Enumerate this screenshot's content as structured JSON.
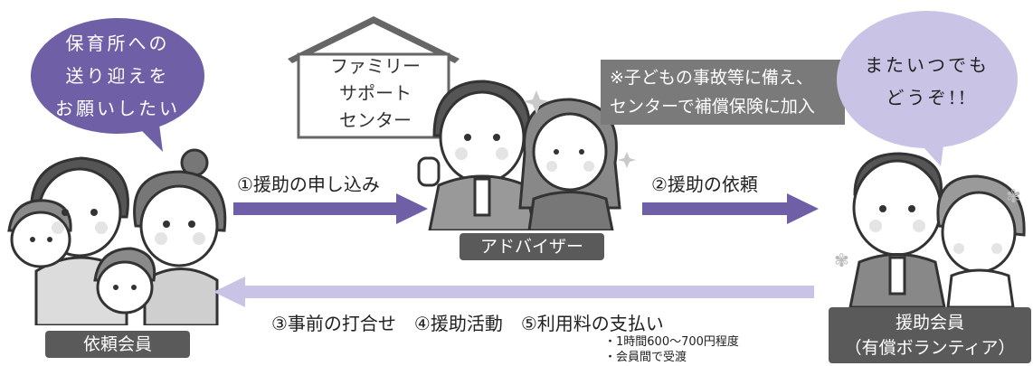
{
  "bubble_requester": {
    "lines": [
      "保育所への",
      "送り迎えを",
      "お願いしたい"
    ],
    "color": "#6e5fa6"
  },
  "bubble_helper": {
    "lines": [
      "またいつでも",
      "どうぞ!!"
    ],
    "color": "#c9c3e6"
  },
  "house": {
    "lines": [
      "ファミリー",
      "サポート",
      "センター"
    ]
  },
  "insurance_note": {
    "lines": [
      "※子どもの事故等に備え、",
      "センターで補償保険に加入"
    ]
  },
  "labels": {
    "requester": "依頼会員",
    "adviser": "アドバイザー",
    "helper_line1": "援助会員",
    "helper_line2": "（有償ボランティア）"
  },
  "flows": {
    "step1": "①援助の申し込み",
    "step2": "②援助の依頼",
    "step345": "③事前の打合せ　④援助活動　⑤利用料の支払い"
  },
  "fee_notes": [
    "・1時間600～700円程度",
    "・会員間で受渡"
  ],
  "colors": {
    "arrow_dark": "#6e5fa6",
    "arrow_light": "#c9c3e6",
    "label_bg": "#5a5a5a"
  }
}
